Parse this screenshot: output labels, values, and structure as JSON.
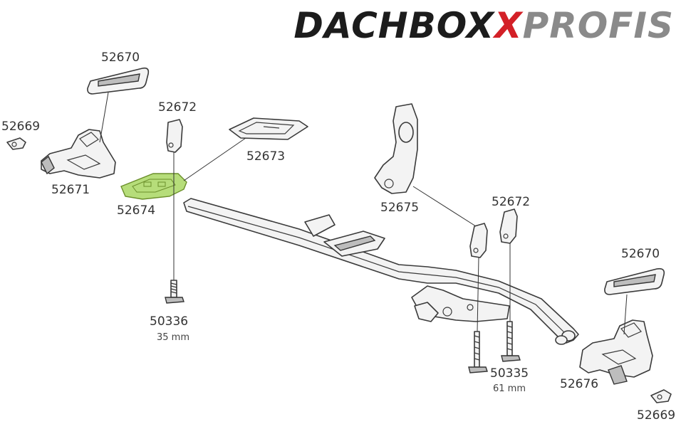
{
  "logo": {
    "part1": "DACHBOX",
    "part2": "X",
    "part3": "PROFIS",
    "color_dark": "#1c1c1c",
    "color_accent": "#d32027",
    "color_light": "#8a8a8a"
  },
  "highlight_color": "#b6dd7a",
  "labels": {
    "p52670_top": "52670",
    "p52672_left": "52672",
    "p52669_left": "52669",
    "p52673": "52673",
    "p52671": "52671",
    "p52674": "52674",
    "p52675": "52675",
    "p52672_right": "52672",
    "p52670_right": "52670",
    "p50336": "50336",
    "p50336_len": "35 mm",
    "p50335": "50335",
    "p50335_len": "61 mm",
    "p52676": "52676",
    "p52669_right": "52669"
  }
}
